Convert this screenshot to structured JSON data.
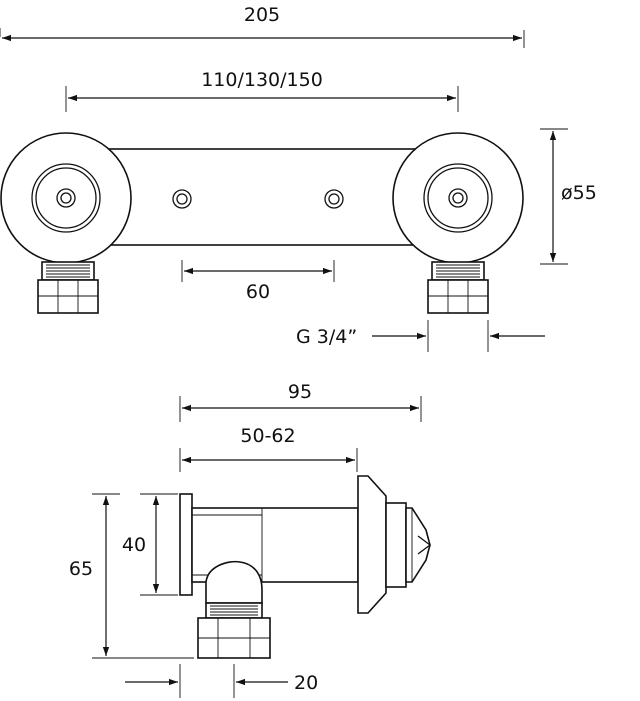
{
  "front_view": {
    "overall_width": "205",
    "centres": "110/130/150",
    "fixing_centres": "60",
    "diameter": "ø55",
    "thread": "G 3/4”"
  },
  "side_view": {
    "depth": "95",
    "adjustable_depth": "50-62",
    "height_inner": "40",
    "height_outer": "65",
    "outlet_offset": "20"
  }
}
